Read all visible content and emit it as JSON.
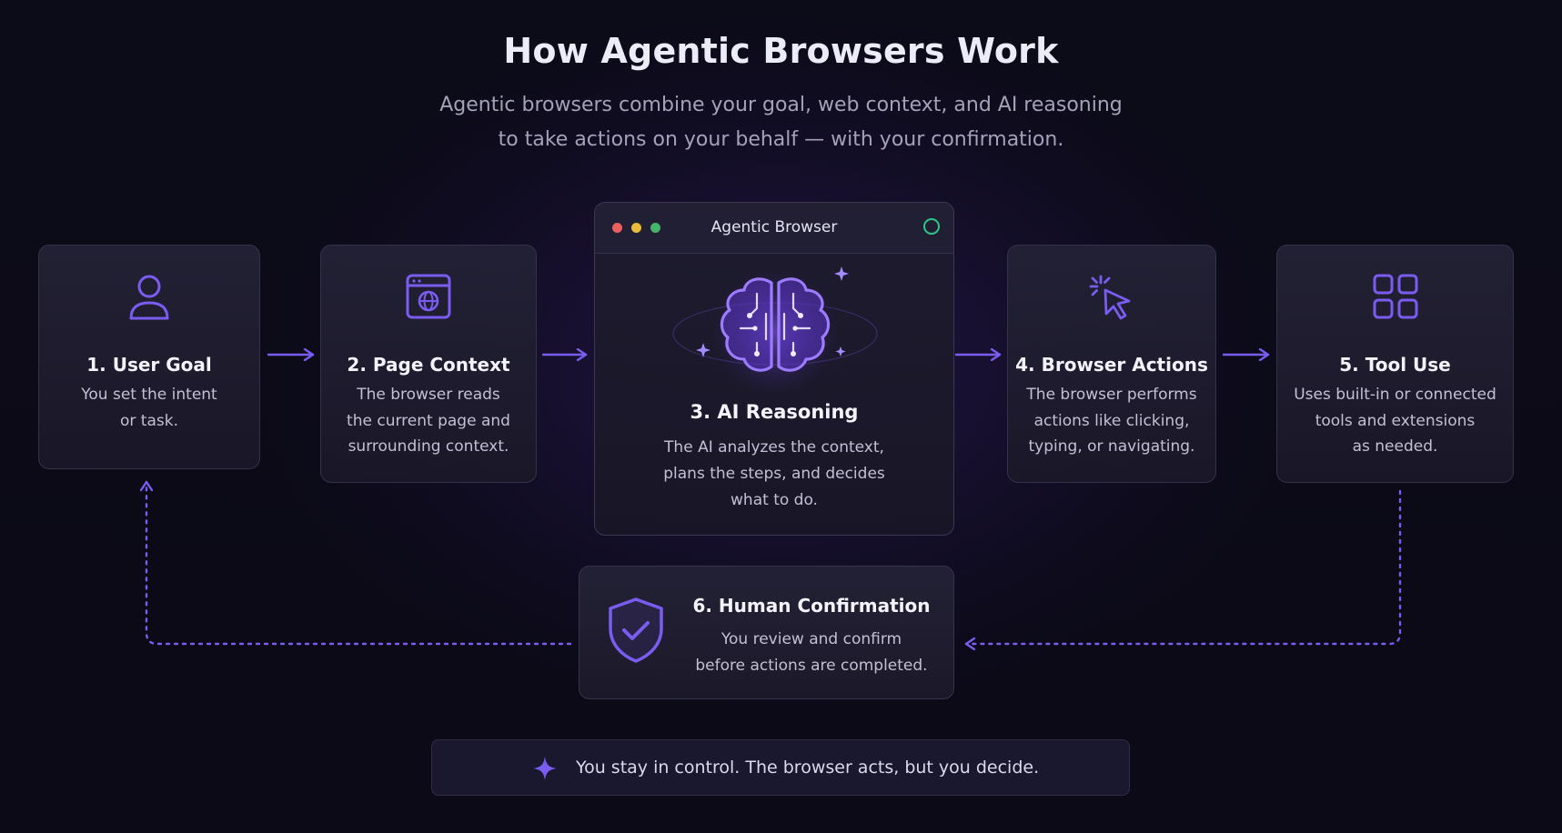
{
  "header": {
    "title": "How Agentic Browsers Work",
    "subtitle_lines": [
      "Agentic browsers combine your goal, web context, and AI reasoning",
      "to take actions on your behalf — with your confirmation."
    ]
  },
  "steps": [
    {
      "title": "1. User Goal",
      "icon": "user-icon",
      "lines": [
        "You set the intent",
        "or task."
      ]
    },
    {
      "title": "2. Page Context",
      "icon": "browser-globe-icon",
      "lines": [
        "The browser reads",
        "the current page and",
        "surrounding context."
      ]
    },
    {
      "title": "3. AI Reasoning",
      "icon": "brain-icon",
      "lines": [
        "The AI analyzes the context,",
        "plans the steps, and decides",
        "what to do."
      ]
    },
    {
      "title": "4. Browser Actions",
      "icon": "cursor-click-icon",
      "lines": [
        "The browser performs",
        "actions like clicking,",
        "typing, or navigating."
      ]
    },
    {
      "title": "5. Tool Use",
      "icon": "grid-apps-icon",
      "lines": [
        "Uses built-in or connected",
        "tools and extensions",
        "as needed."
      ]
    },
    {
      "title": "6. Human Confirmation",
      "icon": "shield-check-icon",
      "lines": [
        "You review and confirm",
        "before actions are completed."
      ]
    }
  ],
  "browser_window": {
    "title": "Agentic Browser",
    "traffic_lights": [
      "#ec5f5f",
      "#e8bb3d",
      "#45b46a"
    ],
    "status_color": "#2fc88c"
  },
  "footer": {
    "icon": "sparkle-icon",
    "text": "You stay in control. The browser acts, but you decide."
  },
  "colors": {
    "accent": "#7b5cf0",
    "background": "#0c0b18",
    "card": "#201e30"
  }
}
